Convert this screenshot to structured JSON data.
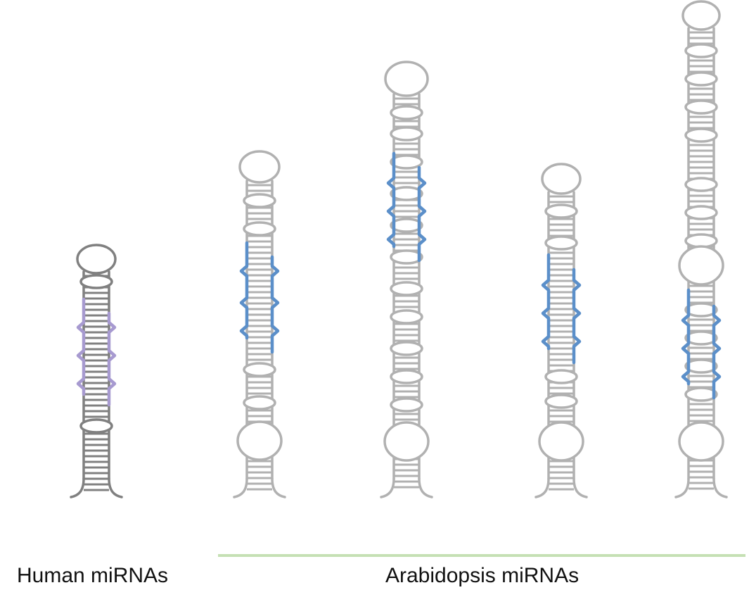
{
  "labels": {
    "human": "Human miRNAs",
    "arabidopsis": "Arabidopsis miRNAs"
  },
  "colors": {
    "human_structure": "#808080",
    "human_highlight": "#a79ad0",
    "arabidopsis_structure": "#b1b1b1",
    "arabidopsis_highlight": "#5b8fc9",
    "group_line": "#c5e0b4"
  },
  "hairpins": [
    {
      "group": "human",
      "name": "human-mirna-hairpin"
    },
    {
      "group": "arabidopsis",
      "name": "arabidopsis-mirna-hairpin-1"
    },
    {
      "group": "arabidopsis",
      "name": "arabidopsis-mirna-hairpin-2"
    },
    {
      "group": "arabidopsis",
      "name": "arabidopsis-mirna-hairpin-3"
    },
    {
      "group": "arabidopsis",
      "name": "arabidopsis-mirna-hairpin-4"
    }
  ]
}
